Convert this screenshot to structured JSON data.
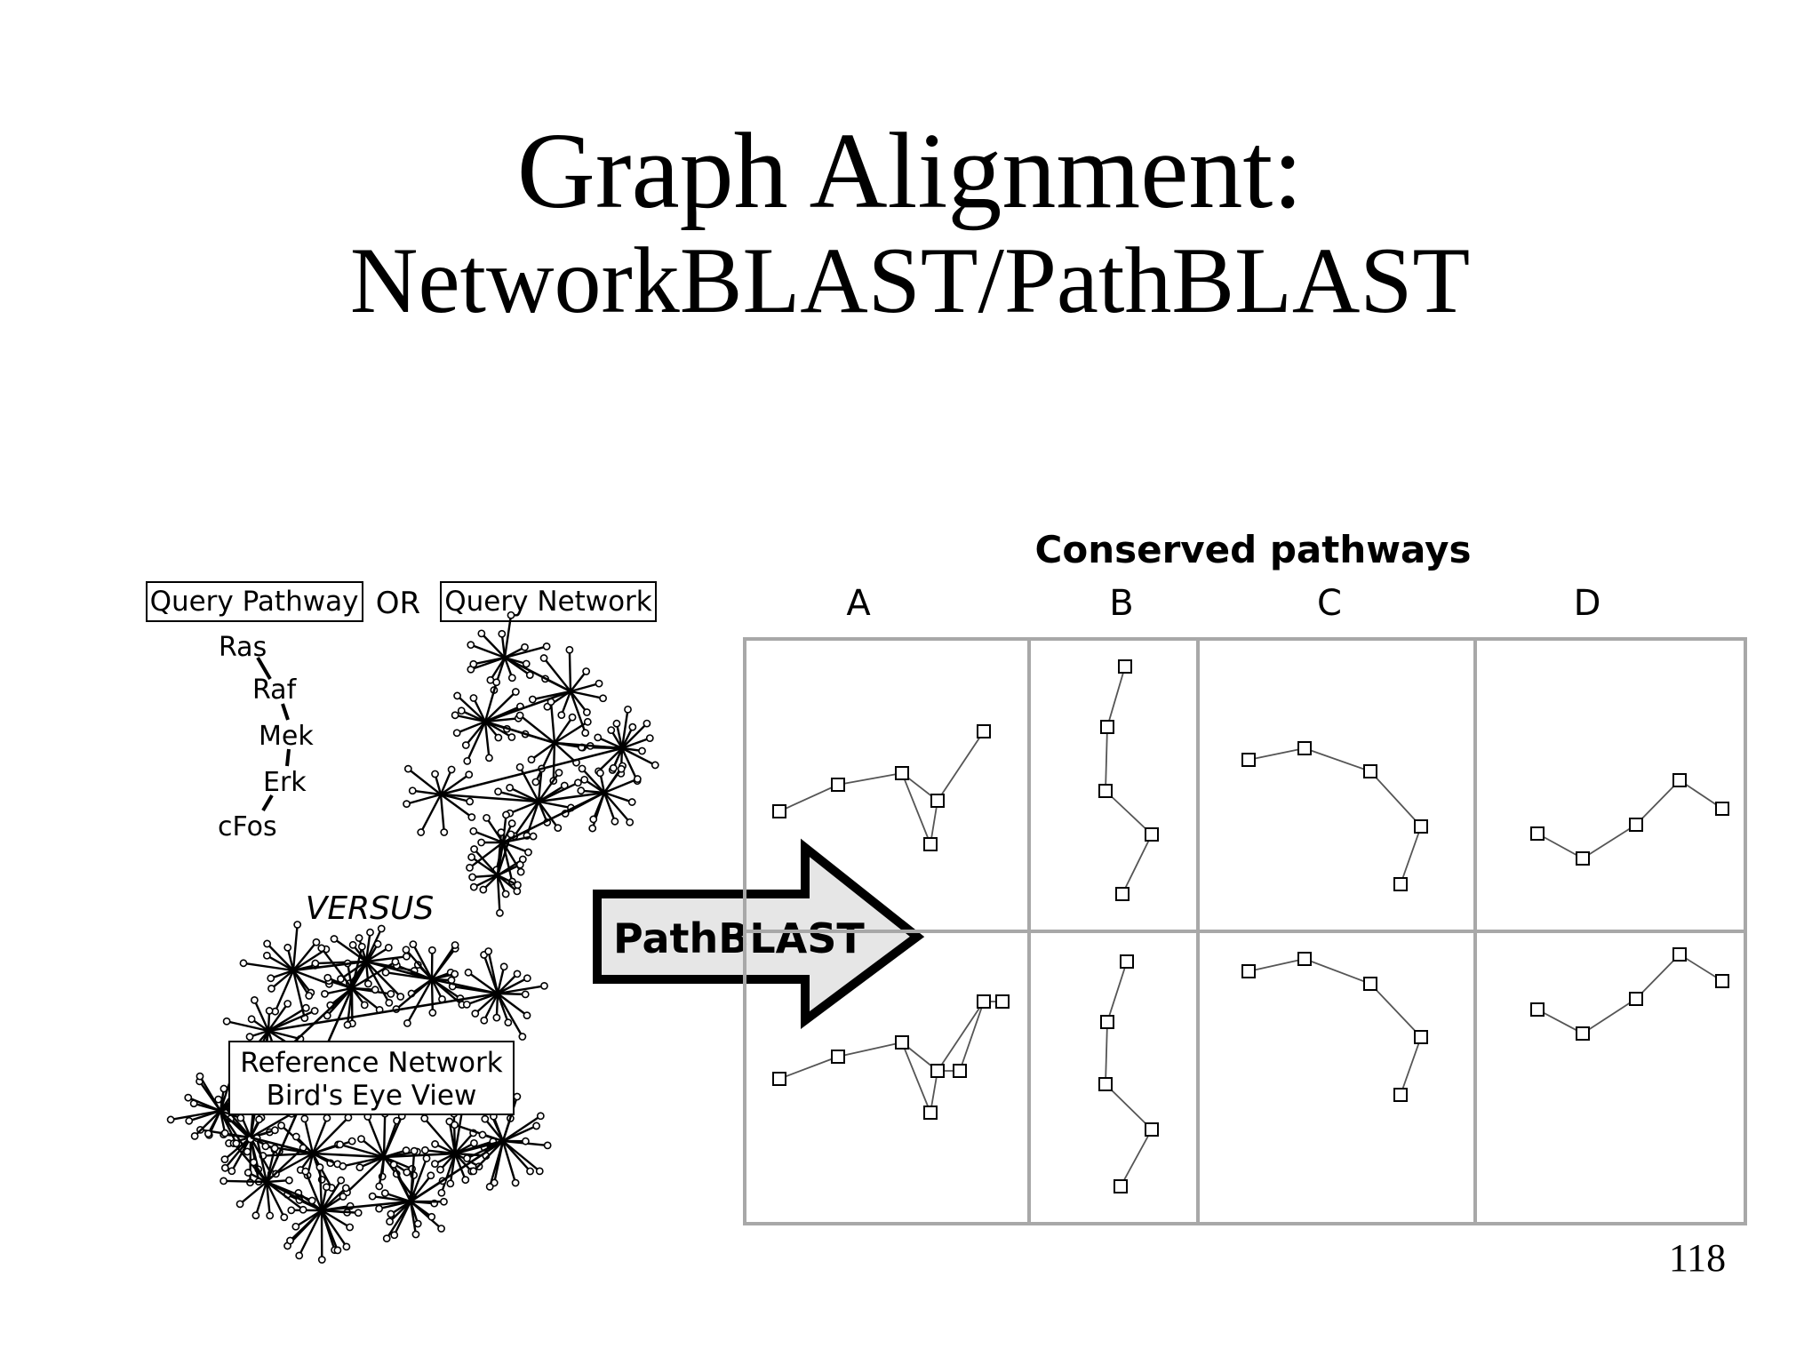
{
  "title": "Graph Alignment:",
  "subtitle": "NetworkBLAST/PathBLAST",
  "left_panel": {
    "query_pathway_label": "Query Pathway",
    "or_label": "OR",
    "query_network_label": "Query Network",
    "pathway_nodes": [
      "Ras",
      "Raf",
      "Mek",
      "Erk",
      "cFos"
    ],
    "versus_label": "VERSUS",
    "reference_network_line1": "Reference Network",
    "reference_network_line2": "Bird's Eye View"
  },
  "arrow_label": "PathBLAST",
  "results": {
    "heading": "Conserved pathways",
    "columns": [
      "A",
      "B",
      "C",
      "D"
    ]
  },
  "page_number": "118",
  "colors": {
    "grid": "#a8a8a8",
    "arrow_fill": "#e6e6e6",
    "ink": "#000000"
  }
}
